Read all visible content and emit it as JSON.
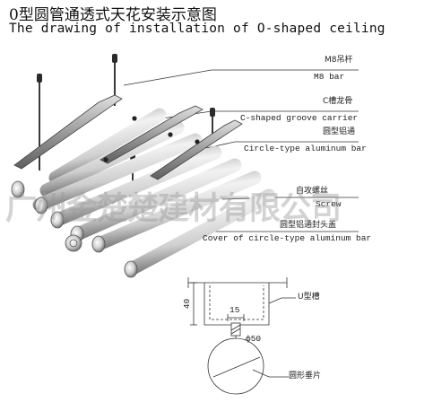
{
  "header": {
    "title_cn": "0型圆管通透式天花安装示意图",
    "title_en": "The drawing of installation of O-shaped ceiling"
  },
  "callouts": [
    {
      "id": "m8-bar",
      "cn": "M8吊杆",
      "en": "M8 bar"
    },
    {
      "id": "c-carrier",
      "cn": "C槽龙骨",
      "en": "C-shaped groove carrier"
    },
    {
      "id": "circle-bar",
      "cn": "圆型铝通",
      "en": "Circle-type aluminum bar"
    },
    {
      "id": "screw",
      "cn": "自攻螺丝",
      "en": "Screw"
    },
    {
      "id": "cover",
      "cn": "圆型铝通封头盖",
      "en": "Cover of circle-type aluminum bar"
    }
  ],
  "detail": {
    "dim_40": "40",
    "dim_15": "15",
    "dim_phi50": "ф50",
    "u_groove": "U型槽",
    "round_clip": "圆形垂片"
  },
  "watermark": "广州金楚楚建材有限公司",
  "colors": {
    "line": "#333333",
    "bar_light": "#e6e6e6",
    "bar_dark": "#8a8a8a",
    "watermark": "#969696"
  }
}
